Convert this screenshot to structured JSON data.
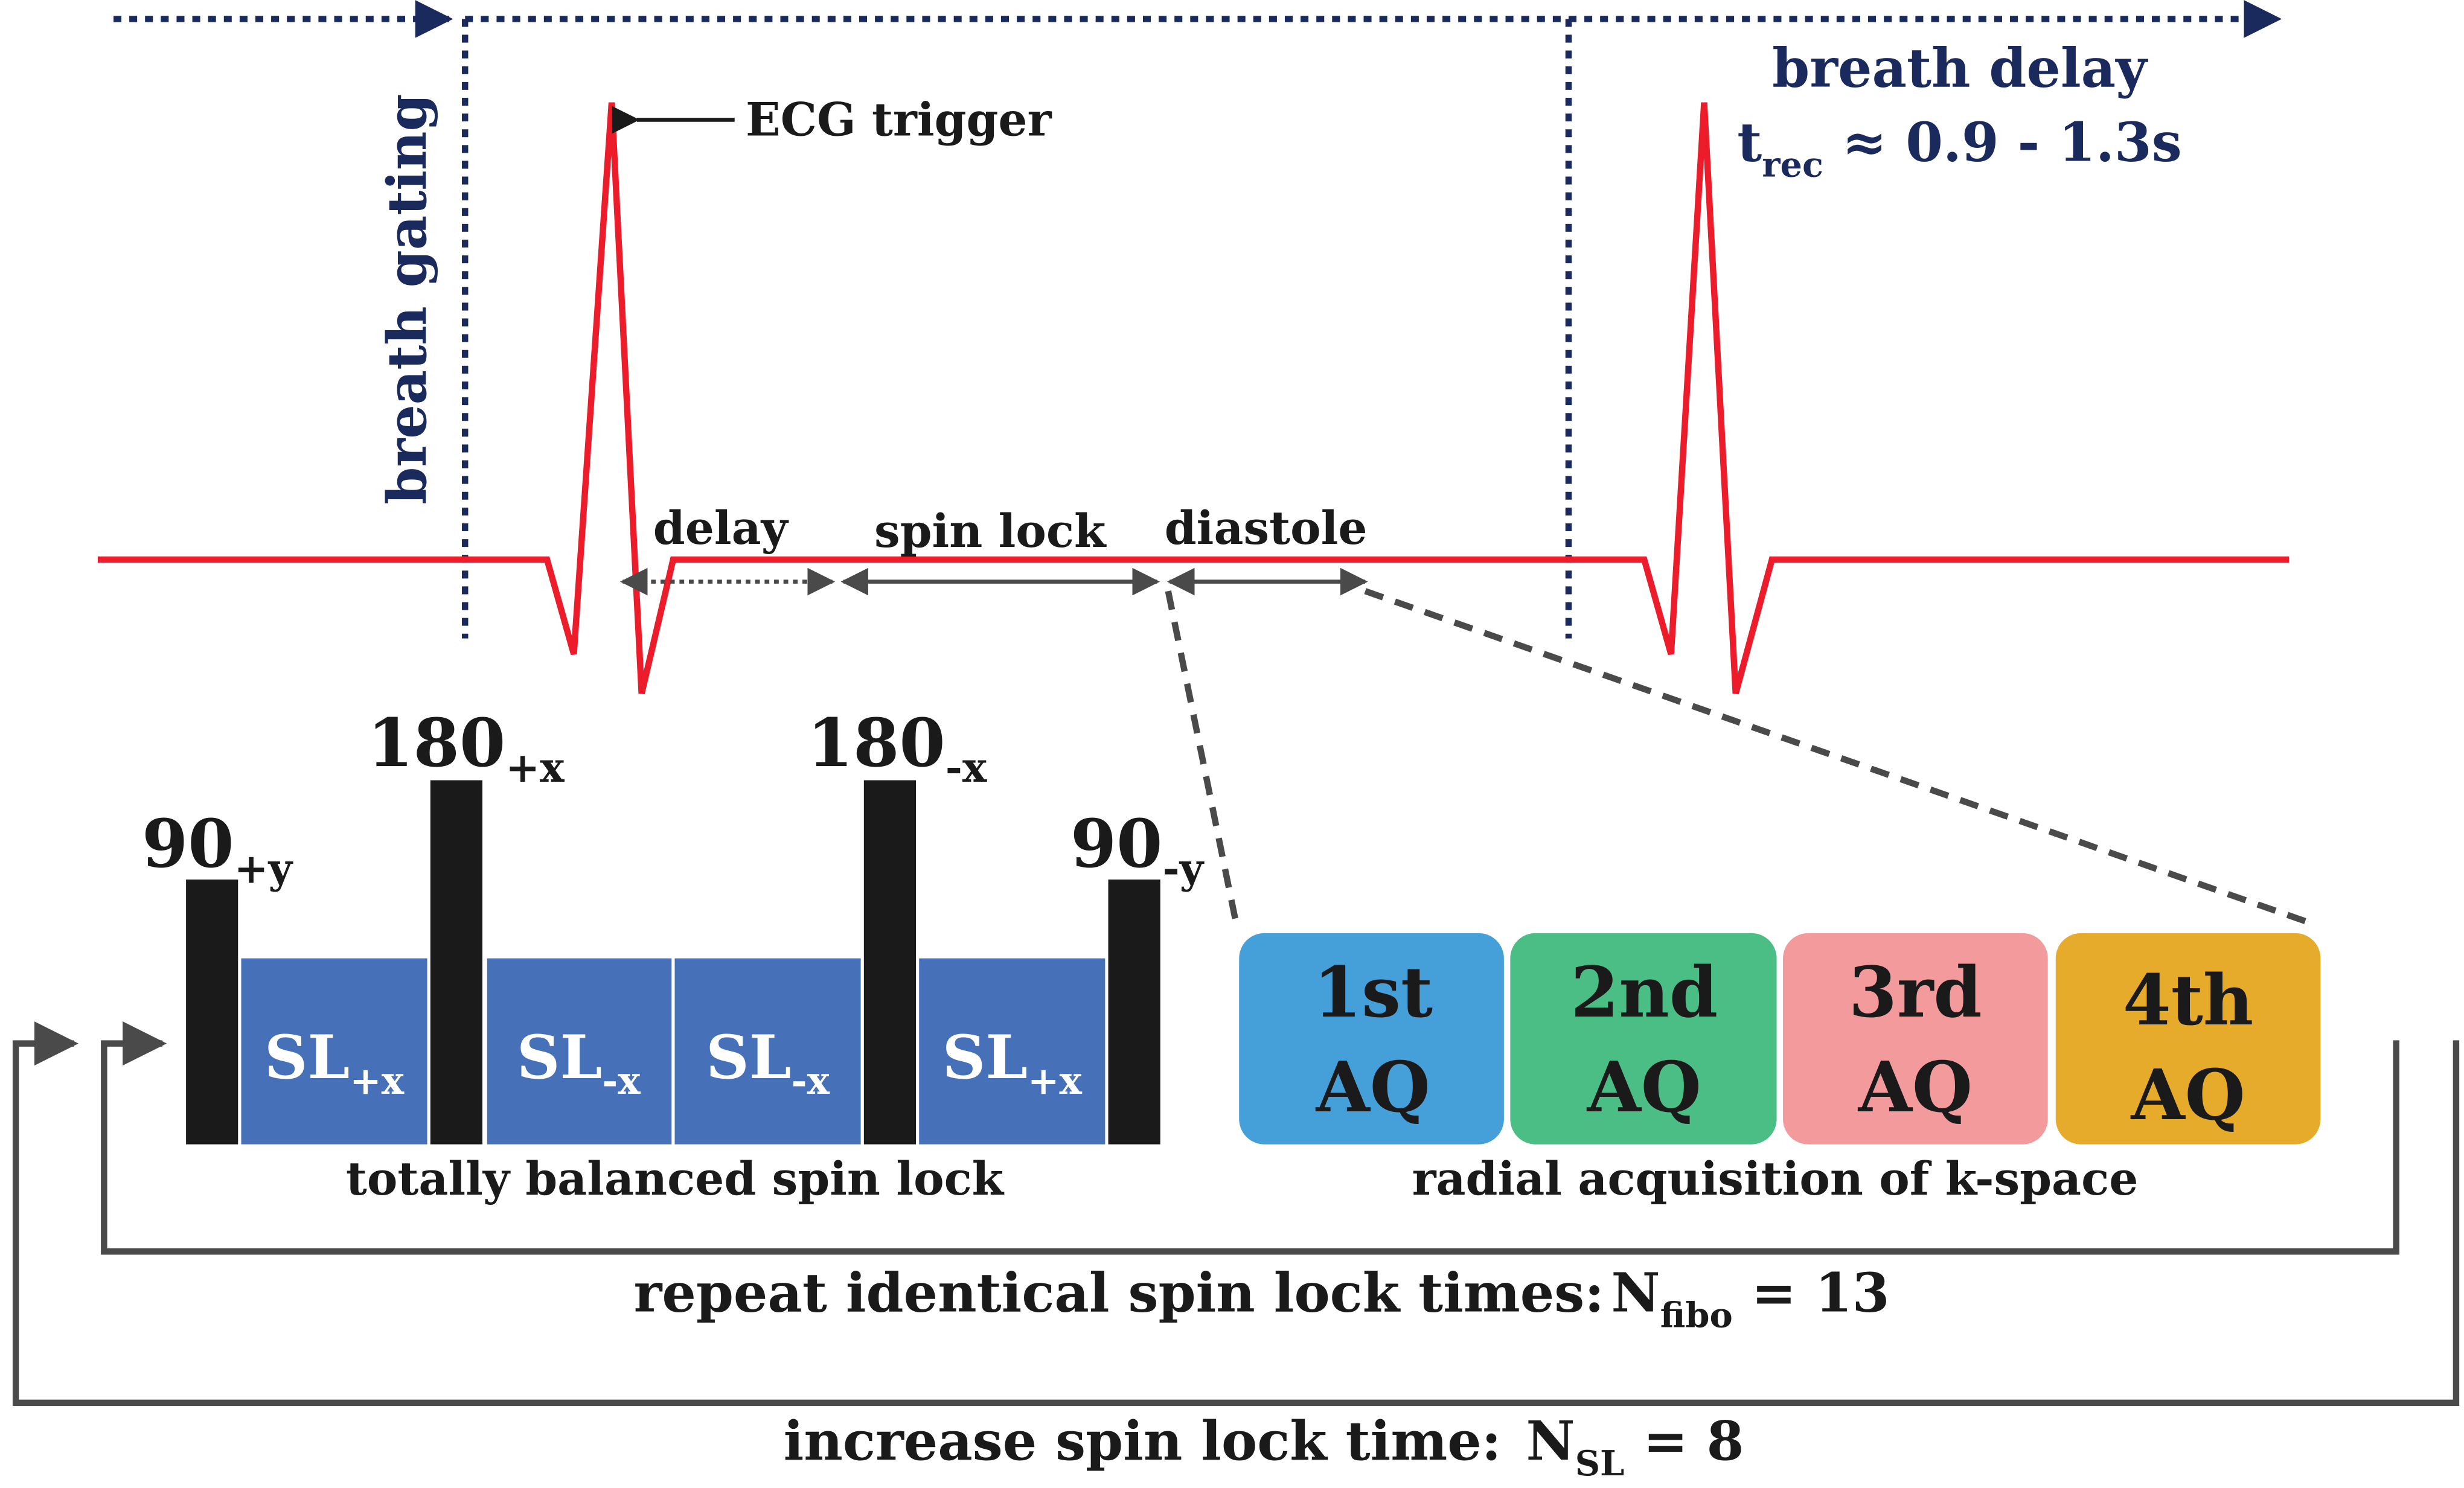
{
  "colors": {
    "navy": "#1b2a5c",
    "ecg": "#ec1c2a",
    "pulse": "#1a1a1a",
    "sl_block": "#4670b8",
    "gray_line": "#4a4a4a",
    "aq1": "#459fd8",
    "aq2": "#4bbe85",
    "aq3": "#f29a9c",
    "aq4": "#e6ab2a"
  },
  "gating": {
    "label": "breath gating",
    "delay_label": "breath delay",
    "trec_main": "t",
    "trec_sub": "rec",
    "trec_value": " ≈ 0.9 - 1.3s"
  },
  "ecg": {
    "trigger_label": "ECG trigger"
  },
  "timing": {
    "delay": "delay",
    "spin_lock": "spin lock",
    "diastole": "diastole"
  },
  "pulses": [
    {
      "main": "90",
      "sub": "+y"
    },
    {
      "main": "180",
      "sub": "+x"
    },
    {
      "main": "180",
      "sub": "-x"
    },
    {
      "main": "90",
      "sub": "-y"
    }
  ],
  "sl_blocks": [
    {
      "main": "SL",
      "sub": "+x"
    },
    {
      "main": "SL",
      "sub": "-x"
    },
    {
      "main": "SL",
      "sub": "-x"
    },
    {
      "main": "SL",
      "sub": "+x"
    }
  ],
  "sl_caption": "totally balanced spin lock",
  "acquisitions": [
    {
      "line1": "1st",
      "line2": "AQ"
    },
    {
      "line1": "2nd",
      "line2": "AQ"
    },
    {
      "line1": "3rd",
      "line2": "AQ"
    },
    {
      "line1": "4th",
      "line2": "AQ"
    }
  ],
  "aq_caption": "radial acquisition of k-space",
  "loops": {
    "inner_label": "repeat identical spin lock times:",
    "inner_n_main": "N",
    "inner_n_sub": "fibo",
    "inner_n_value": " = 13",
    "outer_label": "increase spin lock time:",
    "outer_n_main": "N",
    "outer_n_sub": "SL",
    "outer_n_value": " = 8"
  }
}
